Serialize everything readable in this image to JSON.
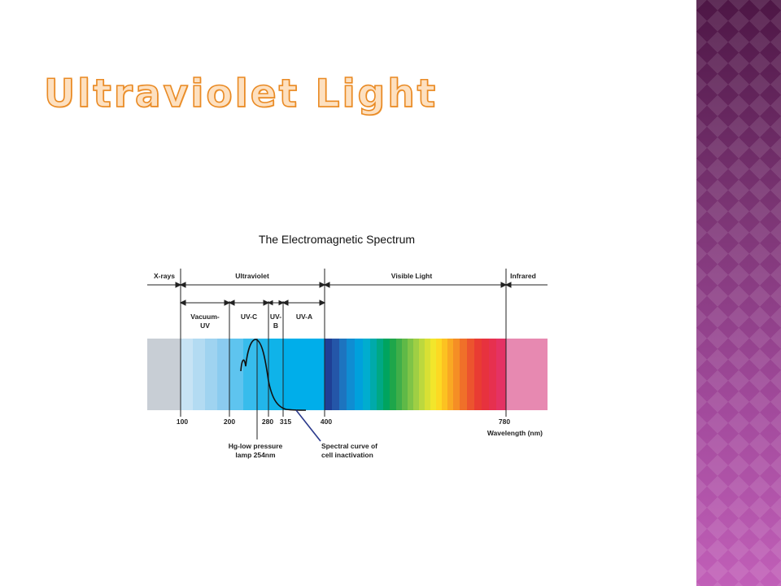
{
  "slide": {
    "title": "Ultraviolet Light"
  },
  "diagram": {
    "title": "The Electromagnetic Spectrum",
    "regions": [
      {
        "label": "X-rays"
      },
      {
        "label": "Ultraviolet"
      },
      {
        "label": "Visible Light"
      },
      {
        "label": "Infrared"
      }
    ],
    "uv_bands": [
      {
        "line1": "Vacuum-",
        "line2": "UV"
      },
      {
        "line1": "UV-C",
        "line2": ""
      },
      {
        "line1": "UV-",
        "line2": "B"
      },
      {
        "line1": "UV-A",
        "line2": ""
      }
    ],
    "ticks": [
      "100",
      "200",
      "280",
      "315",
      "400",
      "780"
    ],
    "axis_unit": "Wavelength (nm)",
    "callouts": {
      "lamp_line1": "Hg-low pressure",
      "lamp_line2": "lamp 254nm",
      "curve_line1": "Spectral curve of",
      "curve_line2": "cell inactivation"
    },
    "colors": {
      "xray": "#c8ced5",
      "infrared": "#e789b1",
      "curve": "#111111",
      "curve_pointer": "#2b3a8c"
    }
  }
}
